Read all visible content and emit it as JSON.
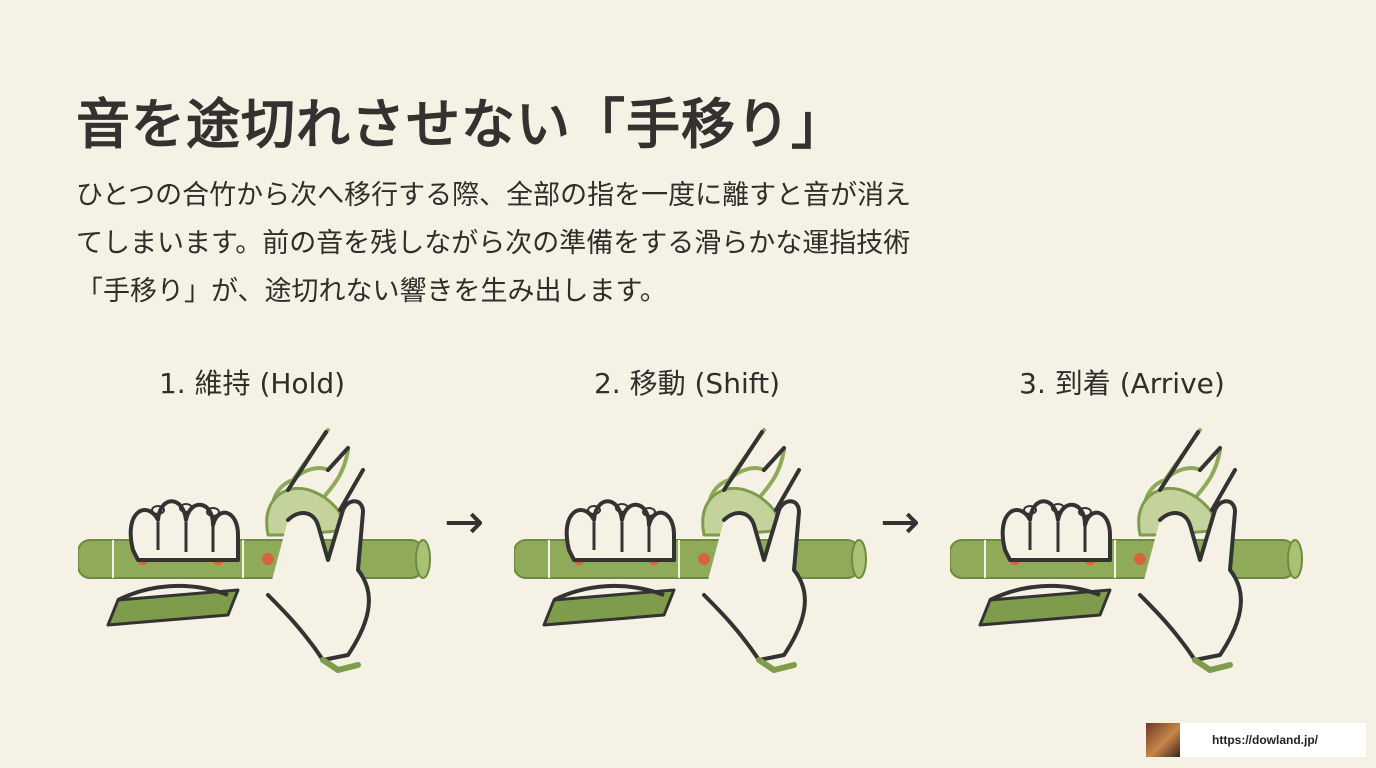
{
  "title": "音を途切れさせない「手移り」",
  "description": [
    "ひとつの合竹から次へ移行する際、全部の指を一度に離すと音が消え",
    "てしまいます。前の音を残しながら次の準備をする滑らかな運指技術",
    "「手移り」が、途切れない響きを生み出します。"
  ],
  "steps": [
    {
      "label": "1. 維持 (Hold)"
    },
    {
      "label": "2. 移動 (Shift)"
    },
    {
      "label": "3. 到着 (Arrive)"
    }
  ],
  "arrow_glyph": "→",
  "footer": {
    "url": "https://dowland.jp/"
  },
  "colors": {
    "background": "#f6f1e5",
    "bamboo": "#8fab5a",
    "finger_hole": "#d9643c",
    "outline": "#333333"
  }
}
